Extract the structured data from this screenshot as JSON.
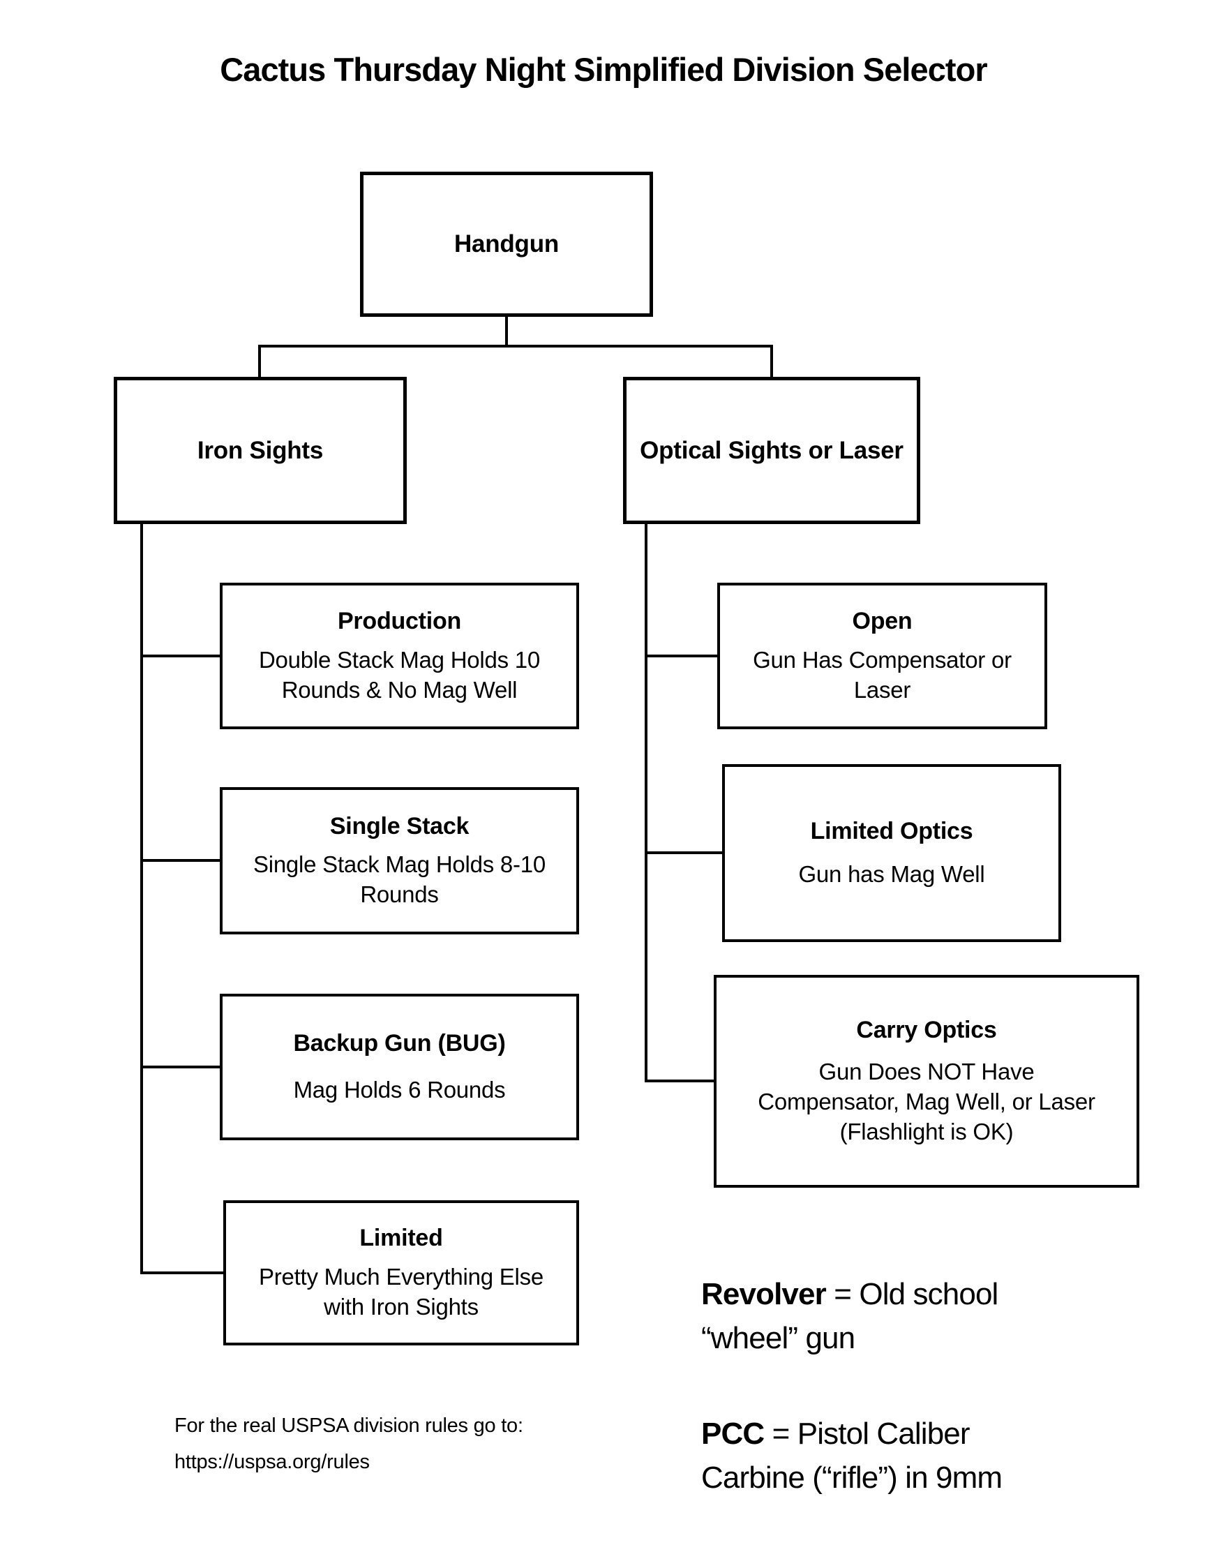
{
  "title": "Cactus Thursday Night Simplified Division Selector",
  "nodes": {
    "handgun": {
      "label": "Handgun"
    },
    "iron": {
      "label": "Iron Sights"
    },
    "optical": {
      "label": "Optical Sights or Laser"
    }
  },
  "leaves": {
    "production": {
      "title": "Production",
      "body": "Double Stack Mag Holds 10\nRounds & No Mag Well"
    },
    "single_stack": {
      "title": "Single Stack",
      "body": "Single Stack Mag Holds 8-10\nRounds"
    },
    "bug": {
      "title": "Backup Gun (BUG)",
      "body": "Mag Holds 6 Rounds"
    },
    "limited": {
      "title": "Limited",
      "body": "Pretty Much Everything Else\nwith Iron Sights"
    },
    "open": {
      "title": "Open",
      "body": "Gun Has Compensator or\nLaser"
    },
    "limited_optics": {
      "title": "Limited Optics",
      "body": "Gun has Mag Well"
    },
    "carry_optics": {
      "title": "Carry Optics",
      "body": "Gun Does NOT Have\nCompensator, Mag Well, or Laser\n(Flashlight is OK)"
    }
  },
  "footnote": {
    "text": "For the real USPSA division rules go to:\nhttps://uspsa.org/rules"
  },
  "legend": {
    "revolver": {
      "term": "Revolver",
      "definition": " = Old school\n“wheel” gun"
    },
    "pcc": {
      "term": "PCC",
      "definition": " = Pistol Caliber\nCarbine (“rifle”) in 9mm"
    }
  },
  "colors": {
    "background": "#ffffff",
    "line": "#000000",
    "text": "#000000"
  }
}
